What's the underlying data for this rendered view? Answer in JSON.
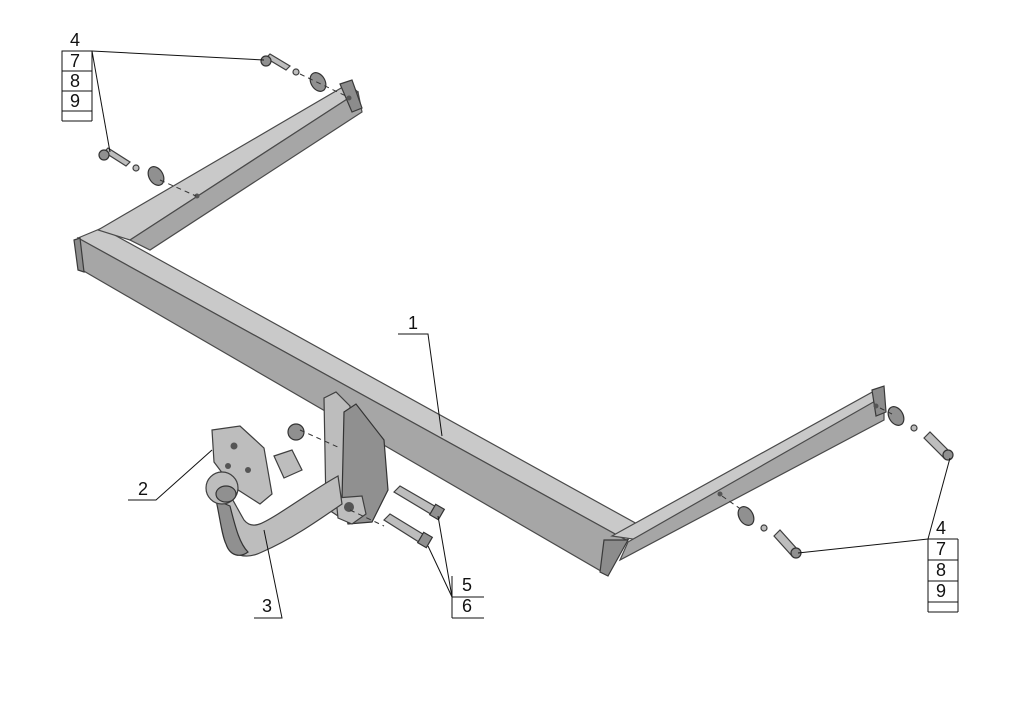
{
  "callouts": {
    "part_1": "1",
    "part_2": "2",
    "part_3": "3",
    "group_bolts": [
      "5",
      "6"
    ],
    "group_left": [
      "4",
      "7",
      "8",
      "9"
    ],
    "group_right": [
      "4",
      "7",
      "8",
      "9"
    ]
  }
}
